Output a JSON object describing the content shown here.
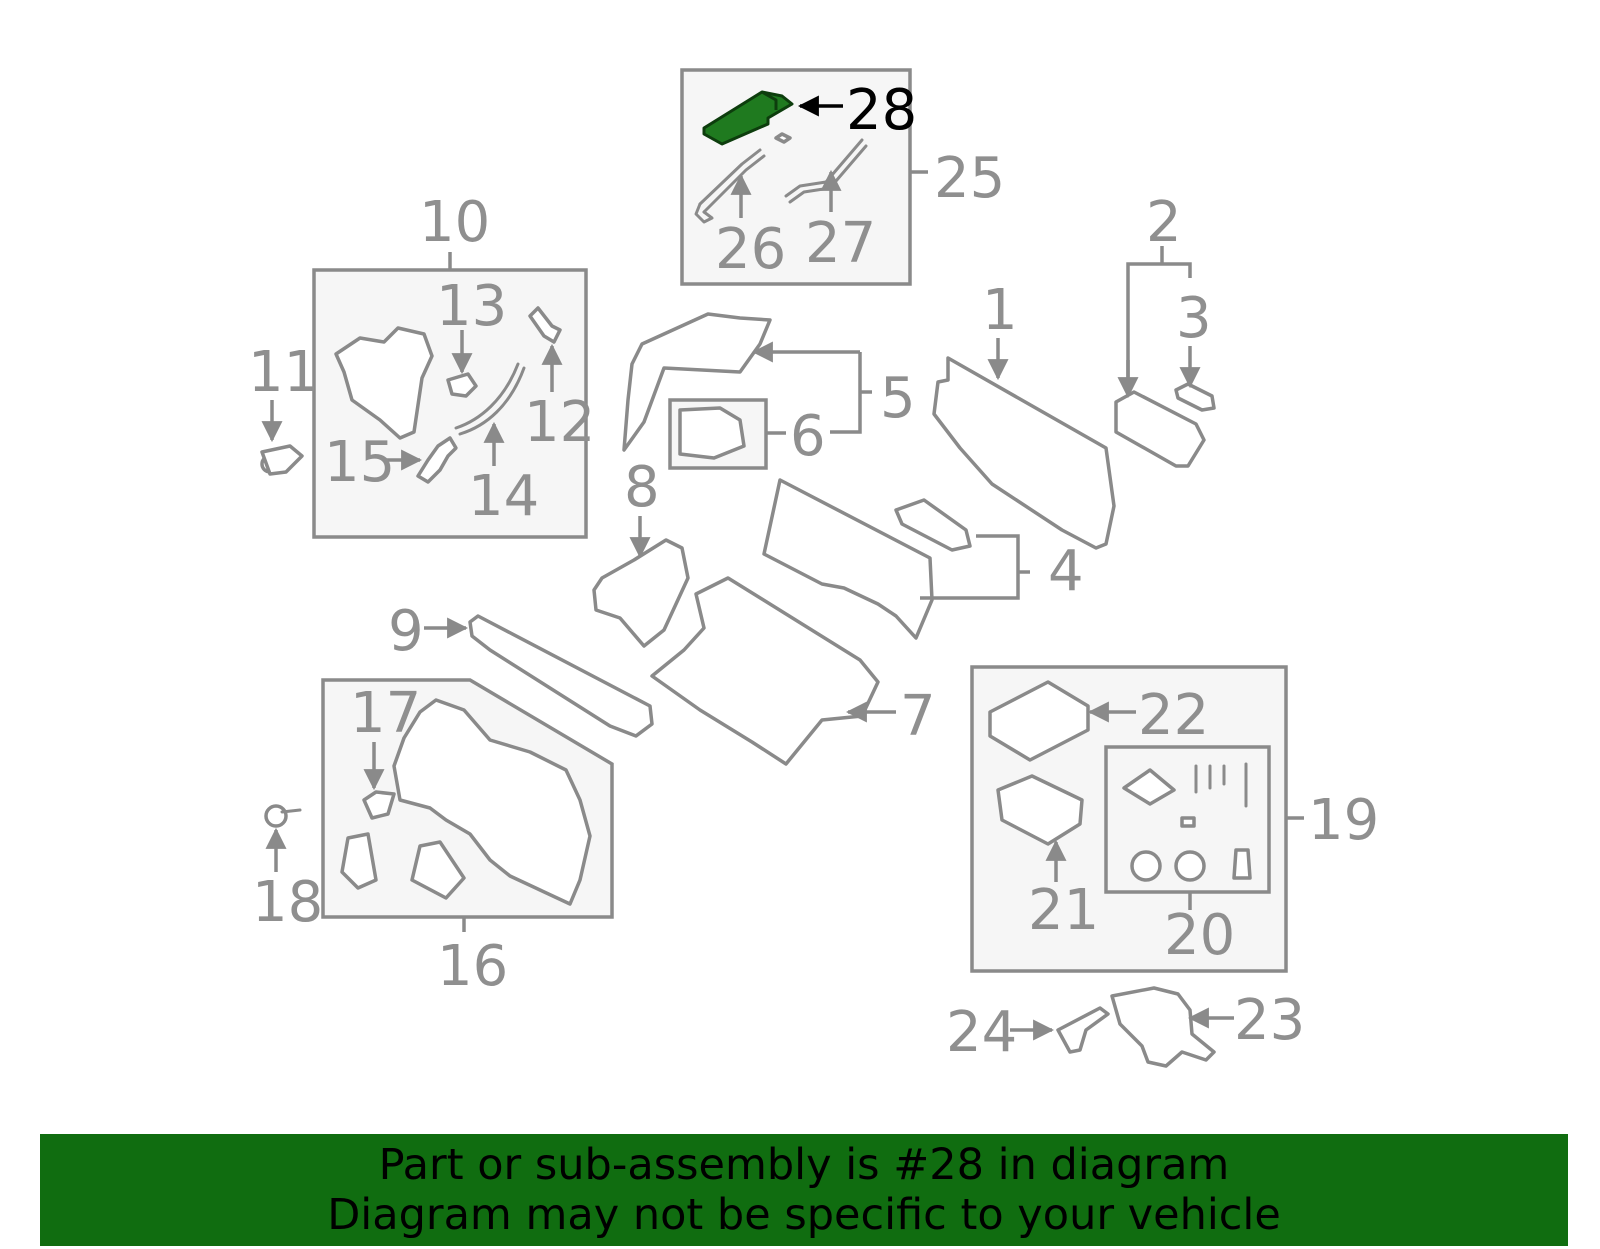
{
  "diagram": {
    "highlight_color": "#1f7a1f",
    "callouts": {
      "c1": "1",
      "c2": "2",
      "c3": "3",
      "c4": "4",
      "c5": "5",
      "c6": "6",
      "c7": "7",
      "c8": "8",
      "c9": "9",
      "c10": "10",
      "c11": "11",
      "c12": "12",
      "c13": "13",
      "c14": "14",
      "c15": "15",
      "c16": "16",
      "c17": "17",
      "c18": "18",
      "c19": "19",
      "c20": "20",
      "c21": "21",
      "c22": "22",
      "c23": "23",
      "c24": "24",
      "c25": "25",
      "c26": "26",
      "c27": "27",
      "c28": "28"
    }
  },
  "footer": {
    "line1": "Part or sub-assembly is #28 in diagram",
    "line2": "Diagram may not be specific to your vehicle",
    "background_color": "#106d10"
  }
}
